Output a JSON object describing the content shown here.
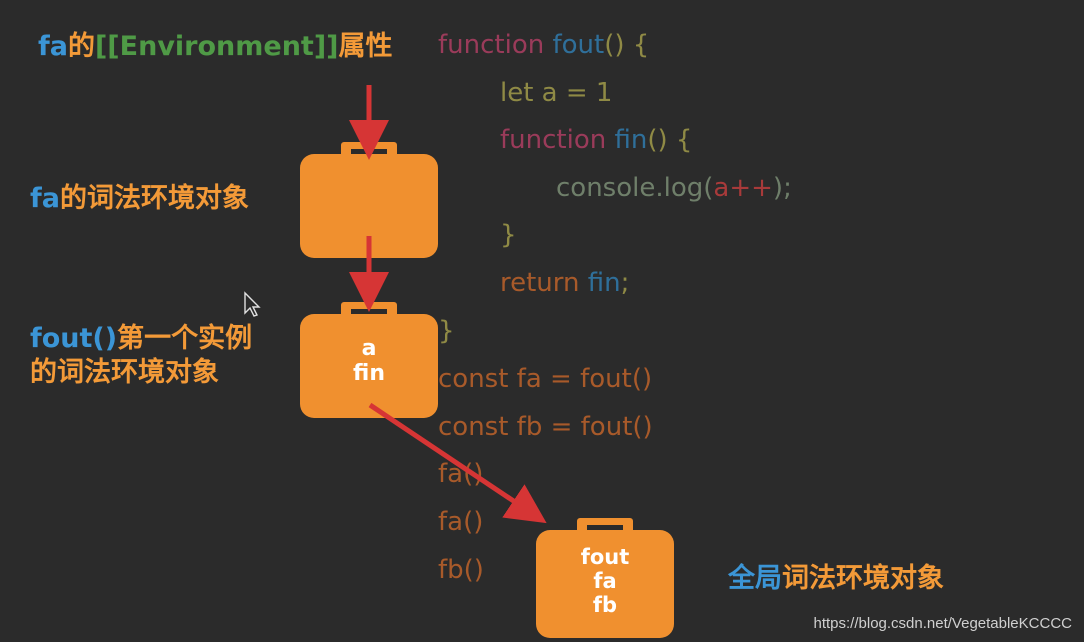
{
  "labels": {
    "env_prop": {
      "fa": "fa",
      "mid": "的",
      "env": "[[Environment]]",
      "end": "属性"
    },
    "fa_env": {
      "fa": "fa",
      "rest": "的词法环境对象"
    },
    "fout_instance": {
      "fout": "fout()",
      "line1": "第一个实例",
      "line2": "的词法环境对象"
    },
    "global_env": {
      "quan": "全局",
      "rest": "词法环境对象"
    }
  },
  "bags": {
    "fa_env_bag": {
      "items": []
    },
    "instance_bag": {
      "items": [
        "a",
        "fin"
      ]
    },
    "global_bag": {
      "items": [
        "fout",
        "fa",
        "fb"
      ]
    }
  },
  "code": {
    "l1_kw": "function",
    "l1_fn": "fout",
    "l1_p": "() {",
    "l2": "let a = 1",
    "l3_kw": "function",
    "l3_fn": "fin",
    "l3_p": "() {",
    "l4_a": "console.log(",
    "l4_b": "a++",
    "l4_c": ");",
    "l5": "}",
    "l6_kw": "return",
    "l6_fn": "fin",
    "l6_p": ";",
    "l7": "}",
    "l8": "const fa = fout()",
    "l9": "const fb = fout()",
    "l10": "fa()",
    "l11": "fa()",
    "l12": "fb()"
  },
  "watermark": "https://blog.csdn.net/VegetableKCCCC",
  "colors": {
    "orange": "#f0902f",
    "blue": "#3b95d6",
    "green": "#4f9a46",
    "arrow": "#d63535",
    "background": "#2b2b2b"
  },
  "icons": [
    "suitcase-icon",
    "arrow-icon",
    "mouse-cursor-icon"
  ]
}
